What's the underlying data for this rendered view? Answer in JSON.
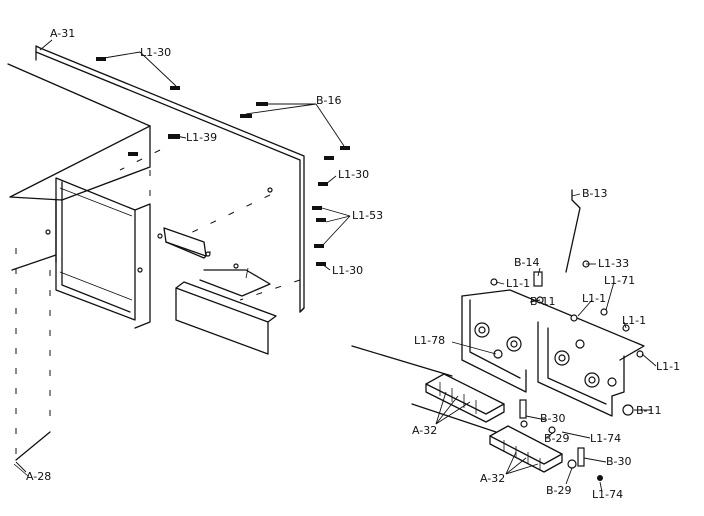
{
  "labels": {
    "a31": "A-31",
    "a28": "A-28",
    "a32_upper": "A-32",
    "a32_lower": "A-32",
    "b16": "B-16",
    "b13": "B-13",
    "b14": "B-14",
    "b11_upper": "B-11",
    "b11_right": "B-11",
    "b30_upper": "B-30",
    "b30_lower": "B-30",
    "b29_upper": "B-29",
    "b29_lower": "B-29",
    "l1_30_top": "L1-30",
    "l1_30_mid": "L1-30",
    "l1_30_low": "L1-30",
    "l1_39": "L1-39",
    "l1_53": "L1-53",
    "l1_33": "L1-33",
    "l1_71": "L1-71",
    "l1_1_a": "L1-1",
    "l1_1_b": "L1-1",
    "l1_1_c": "L1-1",
    "l1_1_d": "L1-1",
    "l1_78": "L1-78",
    "l1_74_upper": "L1-74",
    "l1_74_lower": "L1-74"
  }
}
